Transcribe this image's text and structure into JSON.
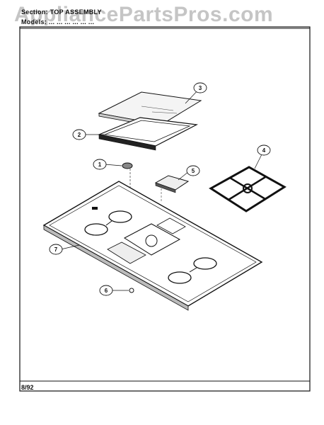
{
  "header": {
    "section_line": "Section: TOP ASSEMBLY",
    "models_line": "Models: ... ... ... ... ... ..."
  },
  "watermark": {
    "text": "AppliancePartsPros.com"
  },
  "footer": {
    "date": "8/92"
  },
  "callouts": [
    "1",
    "2",
    "3",
    "4",
    "5",
    "6",
    "7"
  ]
}
